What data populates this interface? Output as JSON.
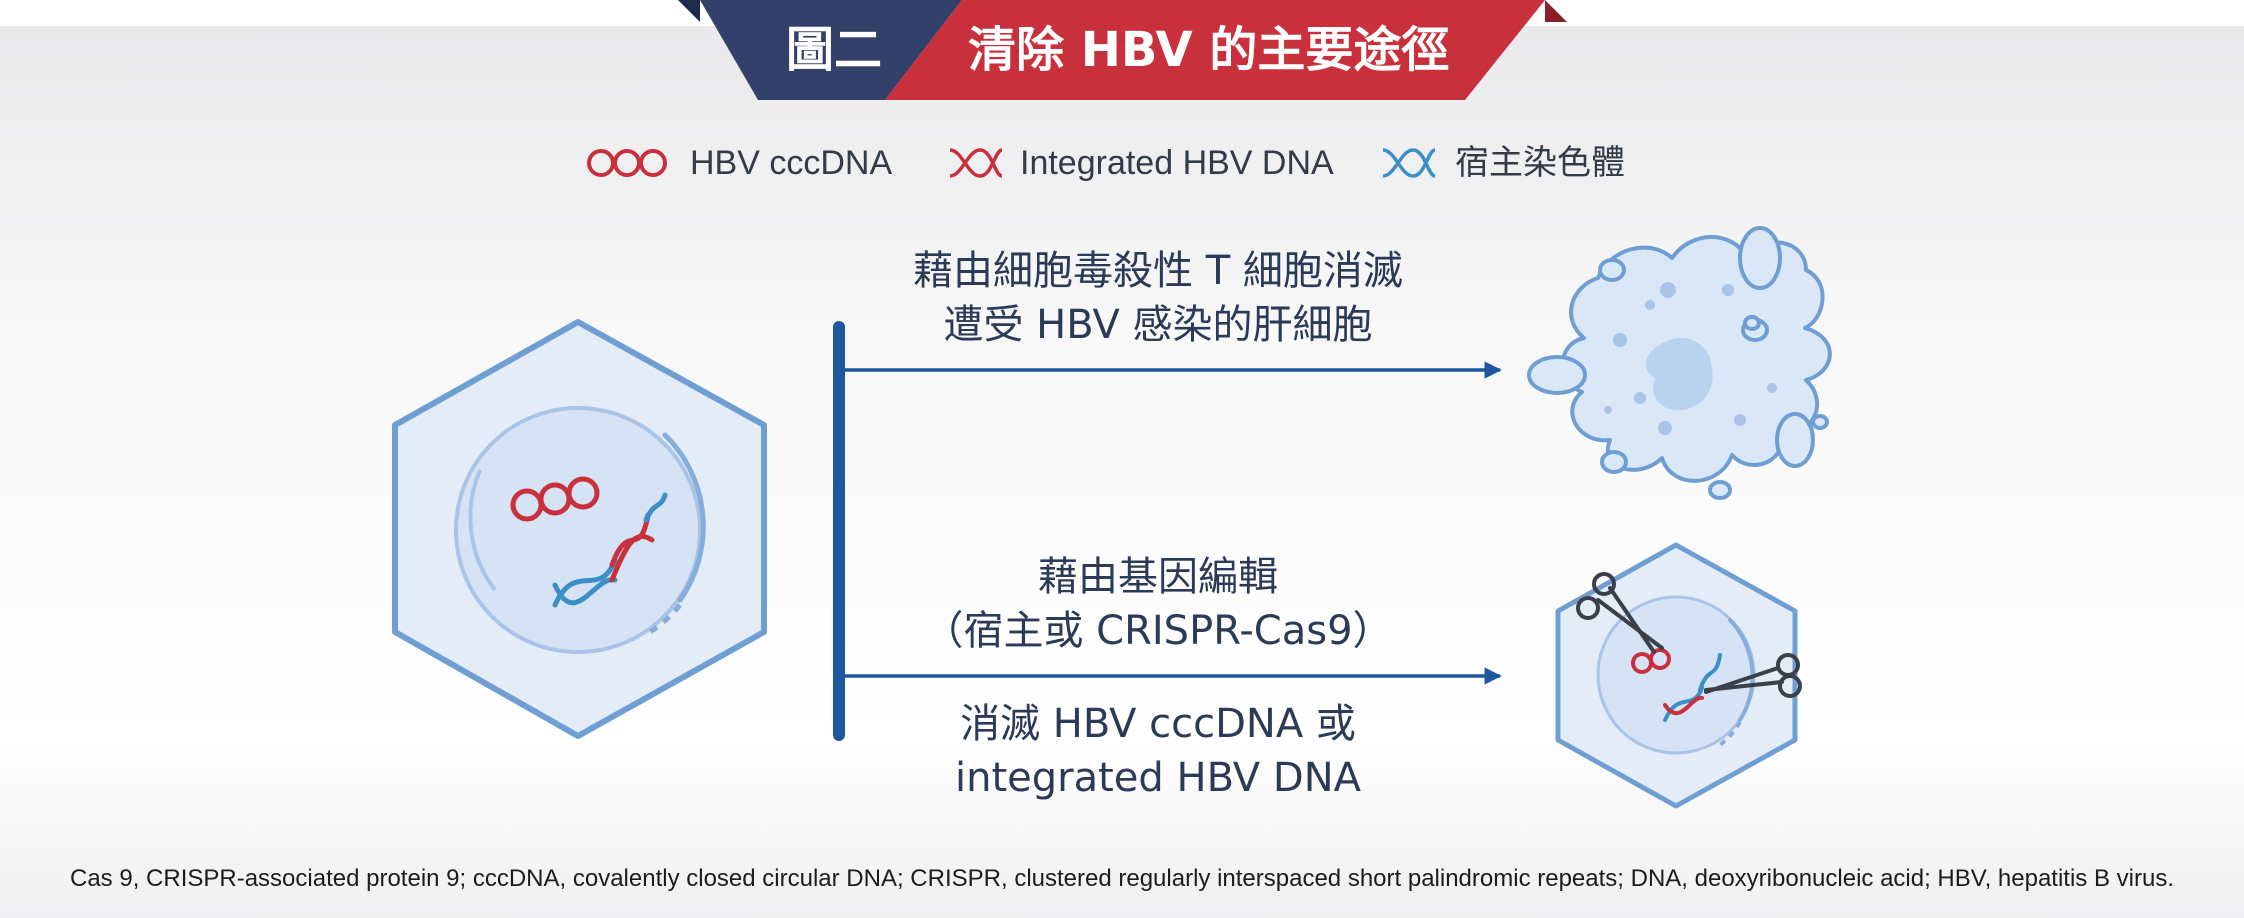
{
  "banner": {
    "figure_label": "圖二",
    "title": "清除 HBV 的主要途徑"
  },
  "legend": [
    {
      "label": "HBV cccDNA",
      "icon": "circular-dna-icon",
      "color": "#c8303c"
    },
    {
      "label": "Integrated HBV DNA",
      "icon": "helix-red-icon",
      "color": "#c8303c"
    },
    {
      "label": "宿主染色體",
      "icon": "helix-blue-icon",
      "color": "#3a8fc8"
    }
  ],
  "pathways": {
    "upper": {
      "line1": "藉由細胞毒殺性 T 細胞消滅",
      "line2": "遭受 HBV 感染的肝細胞"
    },
    "lower": {
      "above_line1": "藉由基因編輯",
      "above_line2": "（宿主或 CRISPR-Cas9）",
      "below_line1": "消滅 HBV cccDNA 或",
      "below_line2": "integrated HBV DNA"
    }
  },
  "footnote": "Cas 9, CRISPR-associated protein 9; cccDNA, covalently closed circular DNA; CRISPR, clustered regularly interspaced short palindromic repeats; DNA, deoxyribonucleic acid; HBV, hepatitis B virus.",
  "colors": {
    "navy": "#33416a",
    "red": "#c8303c",
    "arrow_blue": "#1c57a0",
    "cell_fill": "#e4ecf8",
    "cell_stroke": "#6f9fd2",
    "text": "#2b3a56"
  }
}
